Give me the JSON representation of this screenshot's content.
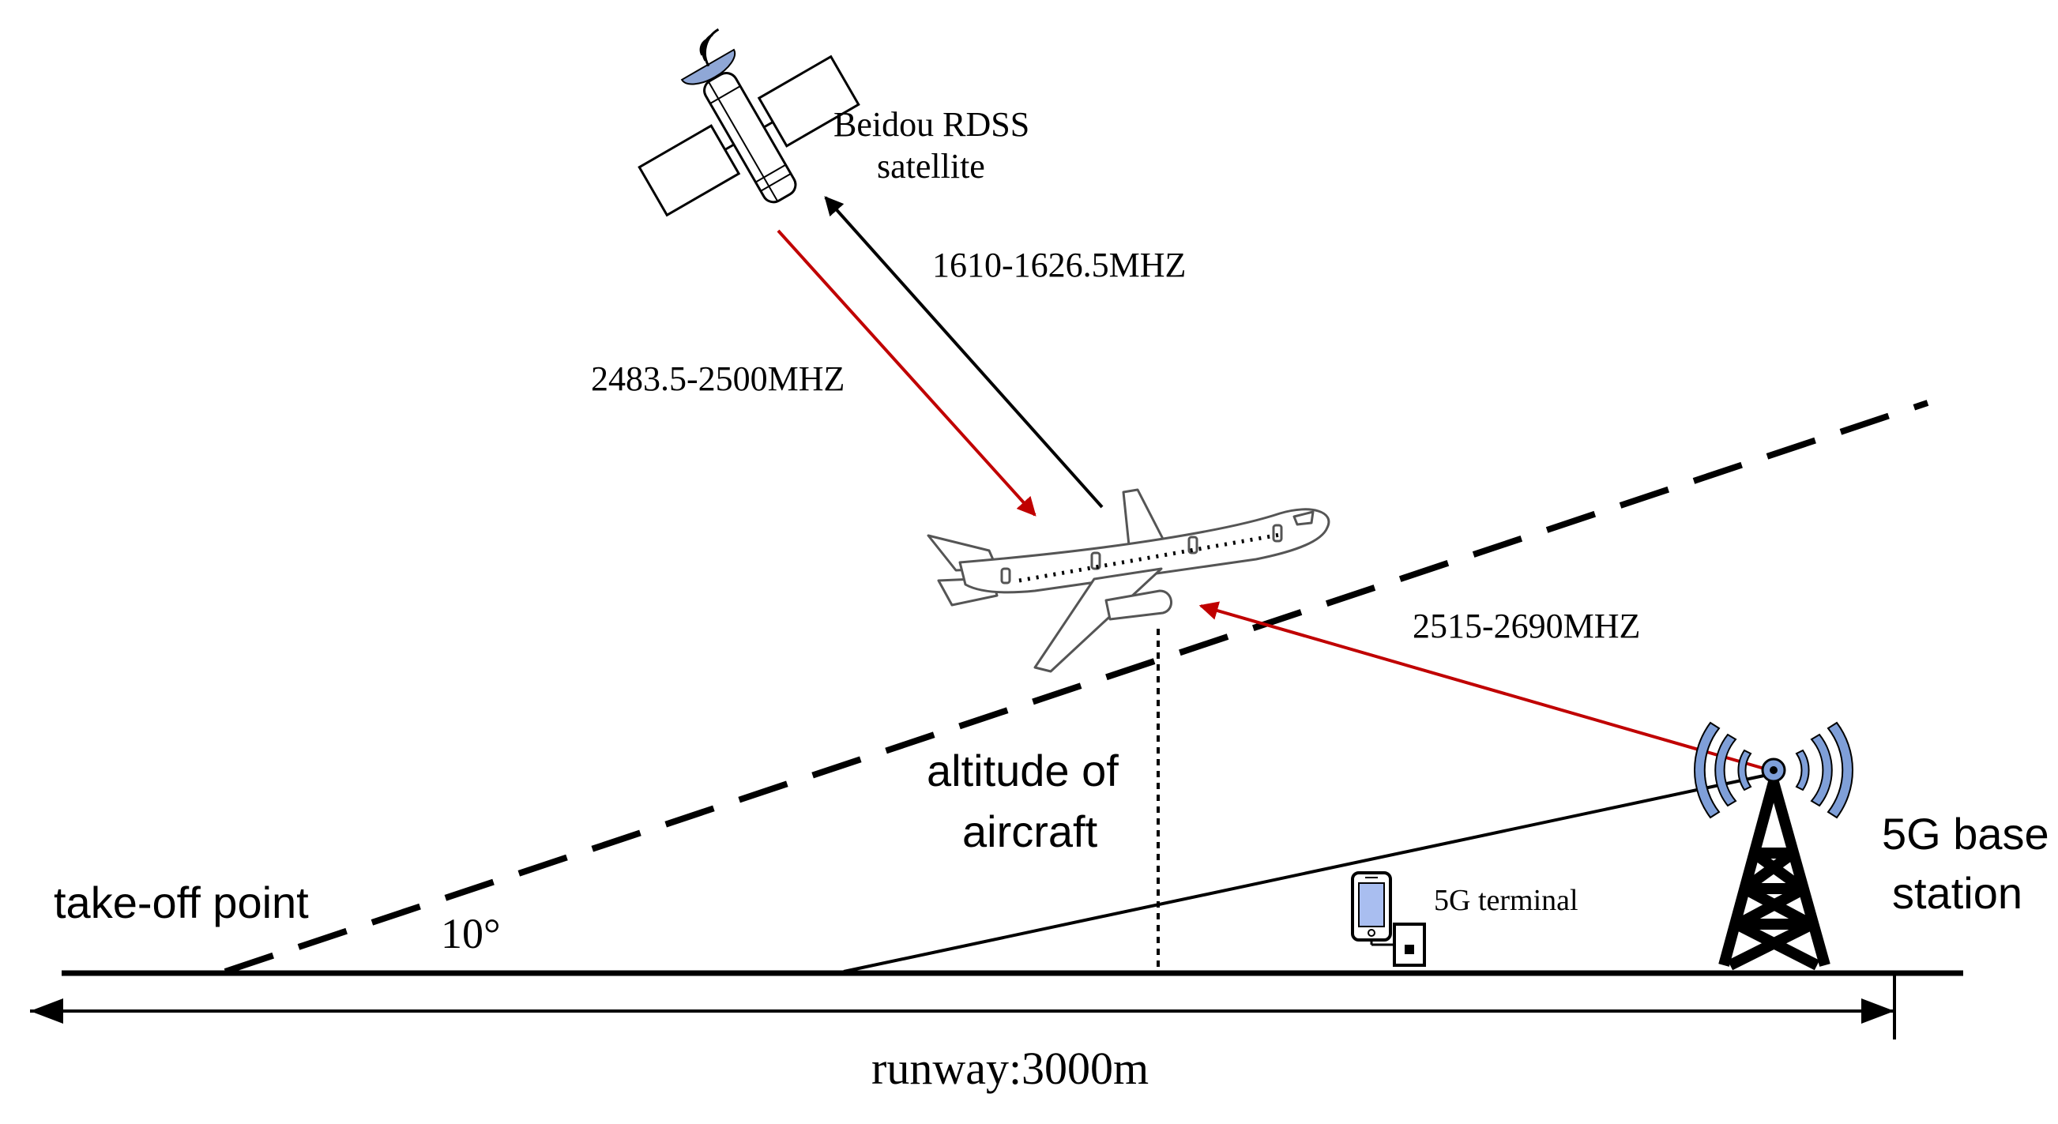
{
  "labels": {
    "satellite_line1": "Beidou RDSS",
    "satellite_line2": "satellite",
    "uplink_freq": "1610-1626.5MHZ",
    "downlink_freq": "2483.5-2500MHZ",
    "base_station_freq": "2515-2690MHZ",
    "altitude_line1": "altitude of",
    "altitude_line2": "aircraft",
    "base_station_line1": "5G base",
    "base_station_line2": "station",
    "terminal": "5G terminal",
    "takeoff_point": "take-off point",
    "angle": "10°",
    "runway": "runway:3000m"
  },
  "colors": {
    "signal_red": "#c00000",
    "line_black": "#000000",
    "satellite_blue": "#8fa7d6",
    "tower_blue": "#7f9fd8",
    "phone_blue": "#a9bef0"
  },
  "icons": [
    "satellite-icon",
    "airplane-icon",
    "tower-icon",
    "phone-icon",
    "terminal-box-icon"
  ]
}
